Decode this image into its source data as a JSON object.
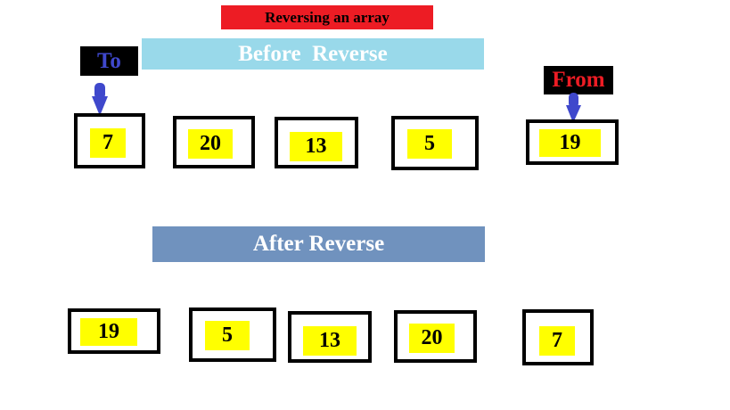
{
  "title": "Reversing an array",
  "before_label": "Before  Reverse",
  "after_label": "After Reverse",
  "to_label": "To",
  "from_label": "From",
  "before": [
    "7",
    "20",
    "13",
    "5",
    "19"
  ],
  "after": [
    "19",
    "5",
    "13",
    "20",
    "7"
  ],
  "colors": {
    "title_bg": "#ed1c24",
    "before_bg": "#99d9ea",
    "after_bg": "#7092be",
    "number_highlight": "#ffff00",
    "arrow": "#3f48cc",
    "to_text": "#3f48cc",
    "from_text": "#ed1c24"
  }
}
